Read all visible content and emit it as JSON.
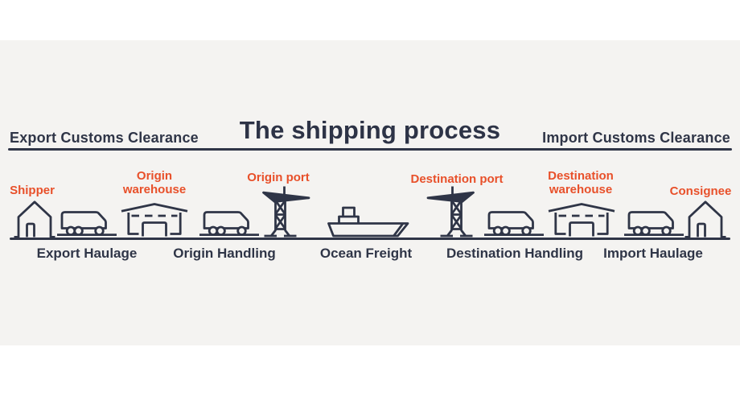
{
  "title": "The shipping process",
  "headers": {
    "left": "Export Customs Clearance",
    "right": "Import Customs Clearance"
  },
  "locations": [
    {
      "id": "shipper",
      "label": "Shipper",
      "icon": "house-icon"
    },
    {
      "id": "origin-warehouse",
      "label": "Origin warehouse",
      "icon": "warehouse-icon"
    },
    {
      "id": "origin-port",
      "label": "Origin port",
      "icon": "crane-icon"
    },
    {
      "id": "destination-port",
      "label": "Destination port",
      "icon": "crane-icon-mirrored"
    },
    {
      "id": "destination-warehouse",
      "label": "Destination warehouse",
      "icon": "warehouse-icon"
    },
    {
      "id": "consignee",
      "label": "Consignee",
      "icon": "house-icon"
    }
  ],
  "segments": [
    {
      "id": "export-haulage",
      "label": "Export Haulage",
      "icon": "truck-icon"
    },
    {
      "id": "origin-handling",
      "label": "Origin Handling",
      "icon": "truck-icon"
    },
    {
      "id": "ocean-freight",
      "label": "Ocean Freight",
      "icon": "ship-icon"
    },
    {
      "id": "destination-handling",
      "label": "Destination Handling",
      "icon": "truck-icon"
    },
    {
      "id": "import-haulage",
      "label": "Import Haulage",
      "icon": "truck-icon"
    }
  ],
  "colors": {
    "accent_orange": "#E8502A",
    "ink_navy": "#2F3547",
    "canvas_gray": "#F4F3F1",
    "frame_white": "#FFFFFF"
  }
}
